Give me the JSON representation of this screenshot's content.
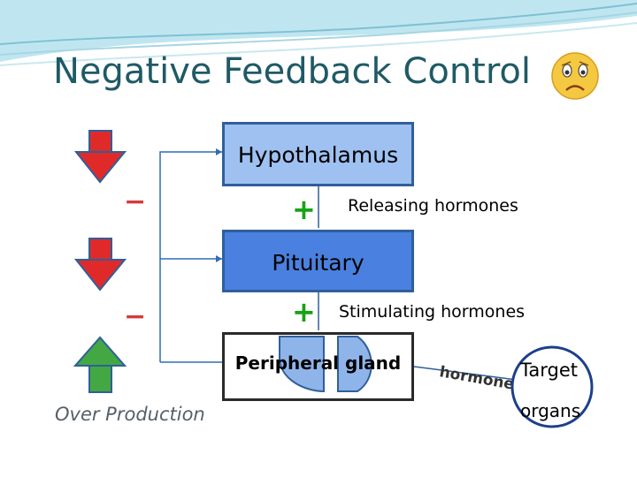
{
  "slide": {
    "title": "Negative Feedback Control",
    "title_icon": "sad-face-emoji"
  },
  "boxes": {
    "hypothalamus": "Hypothalamus",
    "pituitary": "Pituitary",
    "peripheral_gland": "Peripheral gland"
  },
  "edge_labels": {
    "releasing_hormones": "Releasing hormones",
    "stimulating_hormones": "Stimulating hormones",
    "hormones": "hormones"
  },
  "signs": {
    "plus": "+",
    "minus": "−"
  },
  "target": {
    "line1": "Target",
    "line2": "organs"
  },
  "side_note": "Over Production",
  "arrows": [
    "down-arrow-red",
    "down-arrow-red",
    "up-arrow-green"
  ],
  "colors": {
    "title": "#1f5a66",
    "hypothalamus_fill": "#9ec1f2",
    "pituitary_fill": "#4a80df",
    "box_border": "#2f5f9a",
    "gland_shape": "#8fb4ea",
    "red_arrow": "#e02a2a",
    "green_arrow": "#43a843",
    "plus": "#16a316",
    "minus": "#d53a3a",
    "target_border": "#1d3f8c"
  }
}
